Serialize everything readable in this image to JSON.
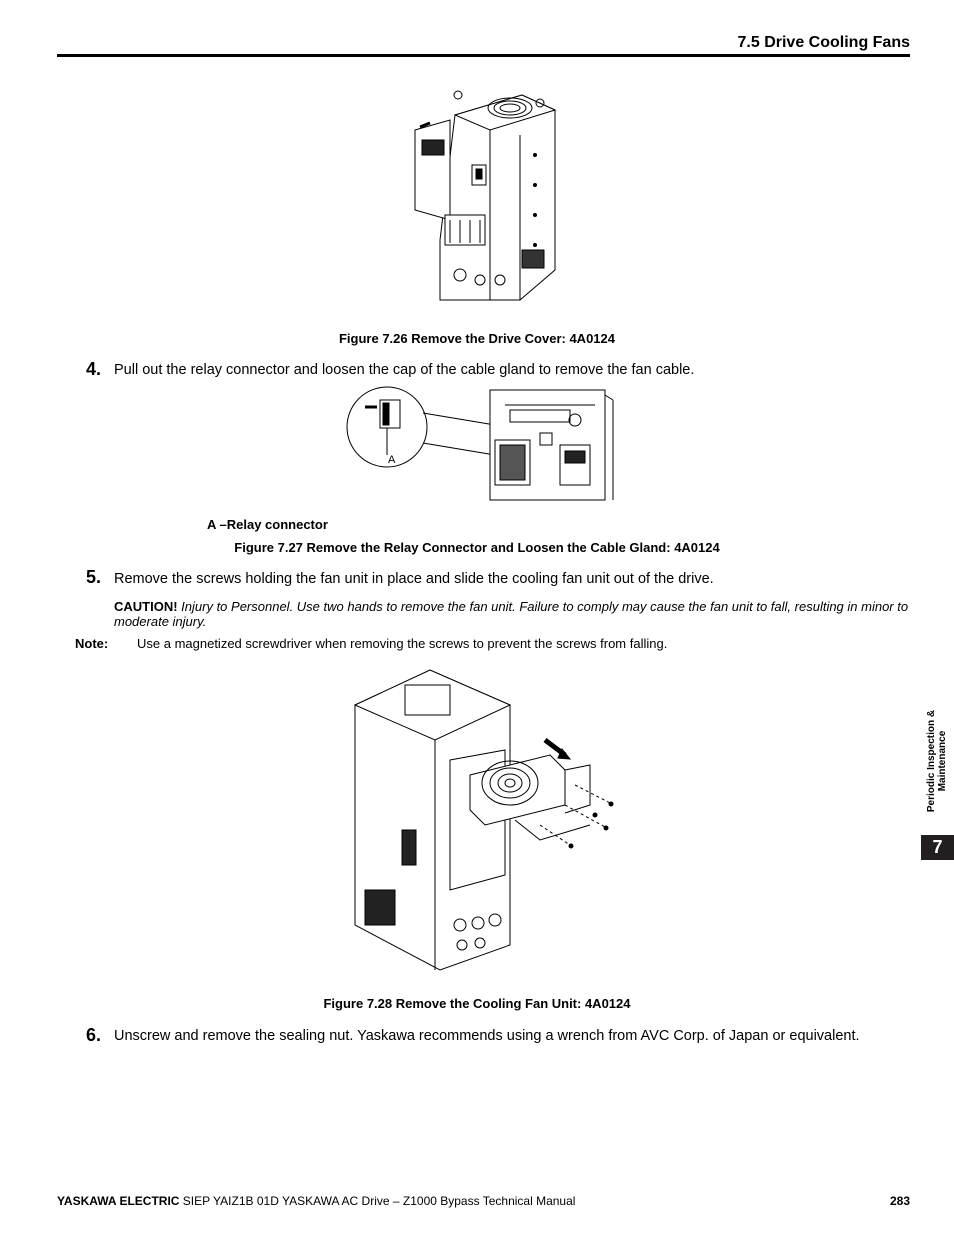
{
  "header": {
    "section_title": "7.5 Drive Cooling Fans"
  },
  "figures": {
    "fig726_caption": "Figure 7.26  Remove the Drive Cover: 4A0124",
    "fig727_caption": "Figure 7.27  Remove the Relay Connector and Loosen the Cable Gland: 4A0124",
    "fig727_label": "A",
    "fig727_legend": "A  –Relay connector",
    "fig728_caption": "Figure 7.28  Remove the Cooling Fan Unit: 4A0124"
  },
  "steps": [
    {
      "num": "4.",
      "text": "Pull out the relay connector and loosen the cap of the cable gland to remove the fan cable."
    },
    {
      "num": "5.",
      "text": "Remove the screws holding the fan unit in place and slide the cooling fan unit out of the drive."
    },
    {
      "num": "6.",
      "text": "Unscrew and remove the sealing nut. Yaskawa recommends using a wrench from AVC Corp. of Japan or equivalent."
    }
  ],
  "caution": {
    "label": "CAUTION!",
    "text": "Injury to Personnel. Use two hands to remove the fan unit. Failure to comply may cause the fan unit to fall, resulting in minor to moderate injury."
  },
  "note": {
    "label": "Note:",
    "text": "Use a magnetized screwdriver when removing the screws to prevent the screws from falling."
  },
  "side_tab": {
    "label": "Periodic Inspection & Maintenance",
    "chapter": "7"
  },
  "footer": {
    "brand": "YASKAWA ELECTRIC",
    "doc": " SIEP YAIZ1B 01D YASKAWA AC Drive – Z1000 Bypass Technical Manual",
    "page": "283"
  }
}
